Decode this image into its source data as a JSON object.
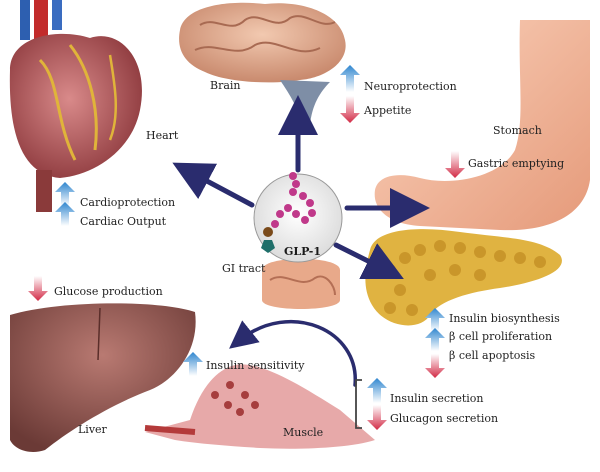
{
  "center": {
    "label": "GLP-1"
  },
  "organs": {
    "brain": "Brain",
    "heart": "Heart",
    "stomach": "Stomach",
    "gi_tract": "GI tract",
    "liver": "Liver",
    "muscle": "Muscle"
  },
  "effects": {
    "neuroprotection": "Neuroprotection",
    "appetite": "Appetite",
    "cardioprotection": "Cardioprotection",
    "cardiac_output": "Cardiac Output",
    "gastric_emptying": "Gastric emptying",
    "glucose_production": "Glucose production",
    "insulin_sensitivity": "Insulin sensitivity",
    "insulin_biosynthesis": "Insulin biosynthesis",
    "beta_proliferation": "β cell proliferation",
    "beta_apoptosis": "β cell apoptosis",
    "insulin_secretion": "Insulin secretion",
    "glucagon_secretion": "Glucagon secretion"
  },
  "colors": {
    "up_arrow": "#3b8fd1",
    "down_arrow": "#d1324a",
    "pathway_arrow": "#2a2c6e",
    "peptide": "#c0398a"
  }
}
